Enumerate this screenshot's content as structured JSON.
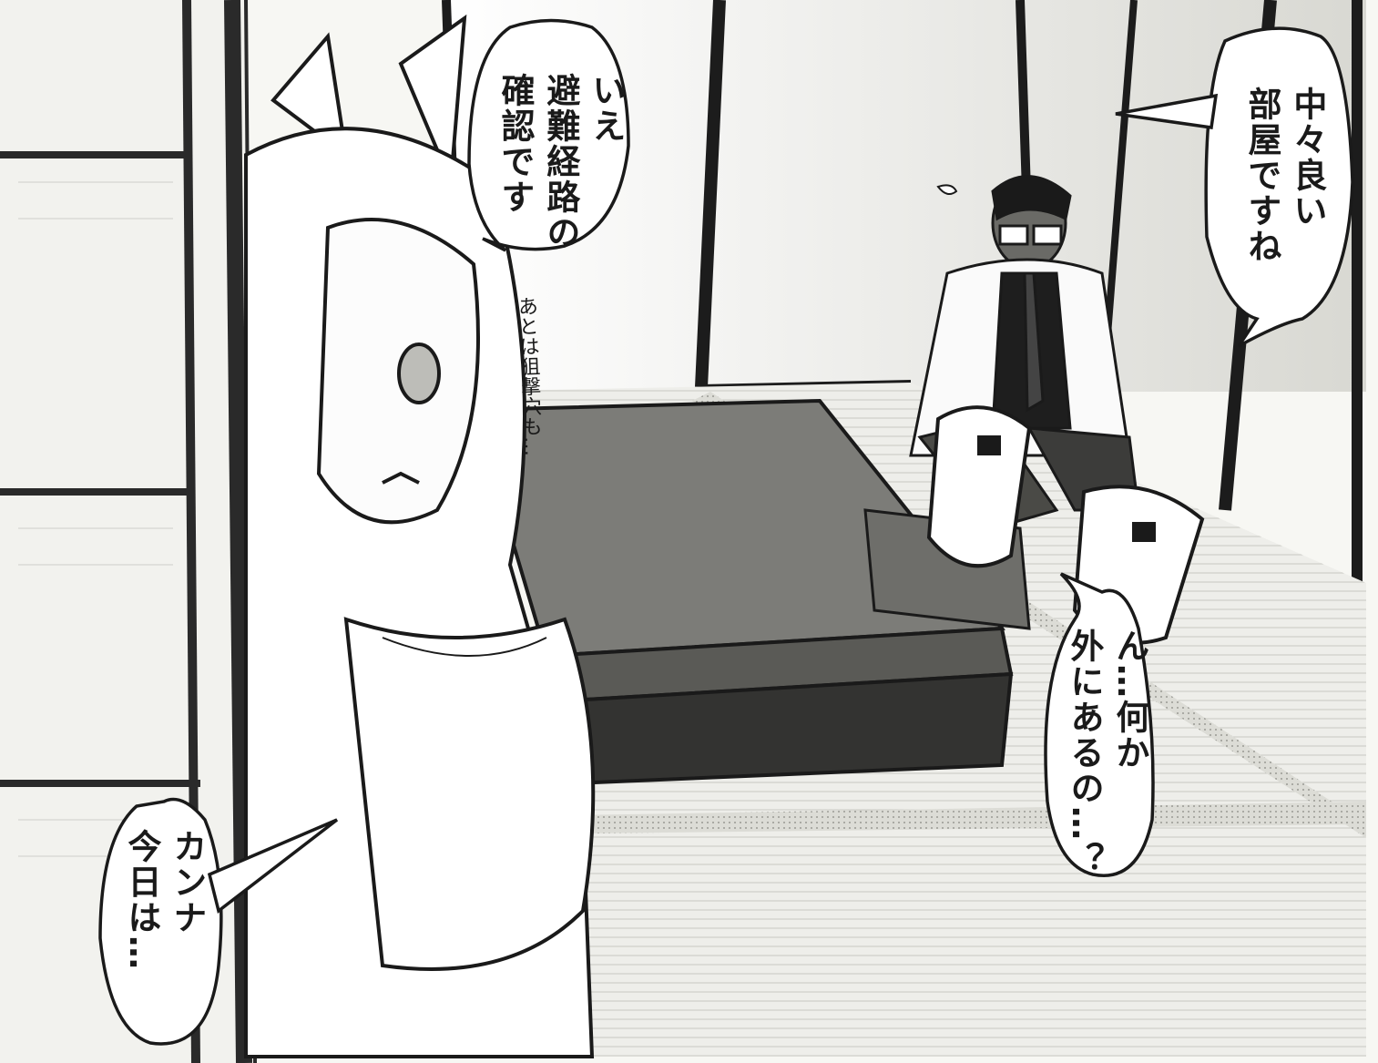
{
  "panel": {
    "dialogue": {
      "top_center": "いえ\n避難経路の\n確認です",
      "top_right": "中々良い\n部屋ですね",
      "right_middle": "ん…何か\n外にあるの…？",
      "bottom_left": "カンナ\n今日は…",
      "murmur": "あとは狙撃穴も…"
    }
  }
}
